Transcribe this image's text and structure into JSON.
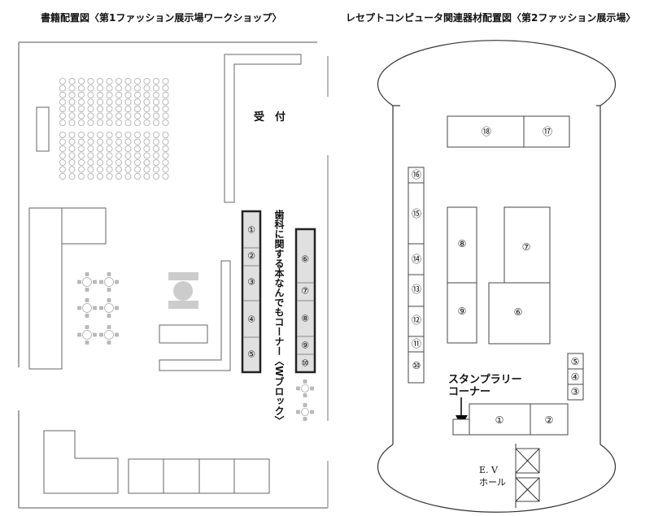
{
  "left_plan": {
    "title": "書籍配置図〈第1ファッション展示場ワークショップ〉",
    "reception_label": "受　付",
    "corner_label": "歯科に関する本なんでもコーナー〈Wブロック〉",
    "shelf_a": [
      "①",
      "②",
      "③",
      "④",
      "⑤"
    ],
    "shelf_b": [
      "⑥",
      "⑦",
      "⑧",
      "⑨",
      "⑩"
    ]
  },
  "right_plan": {
    "title": "レセプトコンピュータ関連器材配置図〈第2ファッション展示場〉",
    "booths": {
      "b1": "①",
      "b2": "②",
      "b3": "③",
      "b4": "④",
      "b5": "⑤",
      "b6": "⑥",
      "b7": "⑦",
      "b8": "⑧",
      "b9": "⑨",
      "b10": "⑩",
      "b11": "⑪",
      "b12": "⑫",
      "b13": "⑬",
      "b14": "⑭",
      "b15": "⑮",
      "b16": "⑯",
      "b17": "⑰",
      "b18": "⑱"
    },
    "stamp_rally_line1": "スタンプラリー",
    "stamp_rally_line2": "コーナー",
    "ev_line1": "E. V",
    "ev_line2": "ホール"
  }
}
